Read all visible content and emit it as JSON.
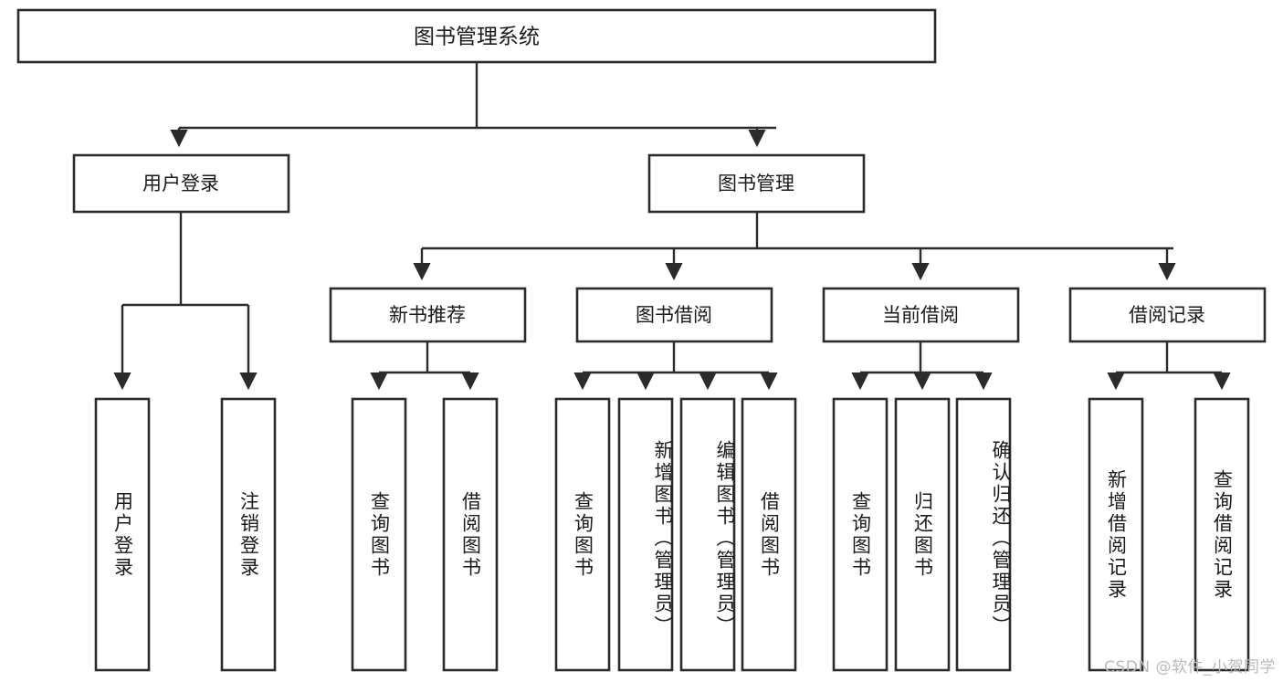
{
  "diagram": {
    "title": "图书管理系统",
    "watermark": "CSDN @软件_小贺同学",
    "level1": [
      {
        "id": "user-login",
        "label": "用户登录"
      },
      {
        "id": "book-management",
        "label": "图书管理"
      }
    ],
    "level2": [
      {
        "id": "new-book-recommend",
        "label": "新书推荐"
      },
      {
        "id": "book-borrow",
        "label": "图书借阅"
      },
      {
        "id": "current-borrow",
        "label": "当前借阅"
      },
      {
        "id": "borrow-record",
        "label": "借阅记录"
      }
    ],
    "leaves": {
      "user_login": [
        {
          "id": "leaf-user-login",
          "label": "用户登录"
        },
        {
          "id": "leaf-logout-login",
          "label": "注销登录"
        }
      ],
      "new_book_recommend": [
        {
          "id": "leaf-query-book-1",
          "label": "查询图书"
        },
        {
          "id": "leaf-borrow-book-1",
          "label": "借阅图书"
        }
      ],
      "book_borrow": [
        {
          "id": "leaf-query-book-2",
          "label": "查询图书"
        },
        {
          "id": "leaf-add-book",
          "label": "新增图书（管理员）"
        },
        {
          "id": "leaf-edit-book",
          "label": "编辑图书（管理员）"
        },
        {
          "id": "leaf-borrow-book-2",
          "label": "借阅图书"
        }
      ],
      "current_borrow": [
        {
          "id": "leaf-query-book-3",
          "label": "查询图书"
        },
        {
          "id": "leaf-return-book",
          "label": "归还图书"
        },
        {
          "id": "leaf-confirm-return",
          "label": "确认归还（管理员）"
        }
      ],
      "borrow_record": [
        {
          "id": "leaf-add-record",
          "label": "新增借阅记录"
        },
        {
          "id": "leaf-query-record",
          "label": "查询借阅记录"
        }
      ]
    },
    "colors": {
      "stroke": "#2b2b2b",
      "fill": "#ffffff",
      "text": "#1a1a1a",
      "watermark": "#b9b9b9"
    }
  }
}
